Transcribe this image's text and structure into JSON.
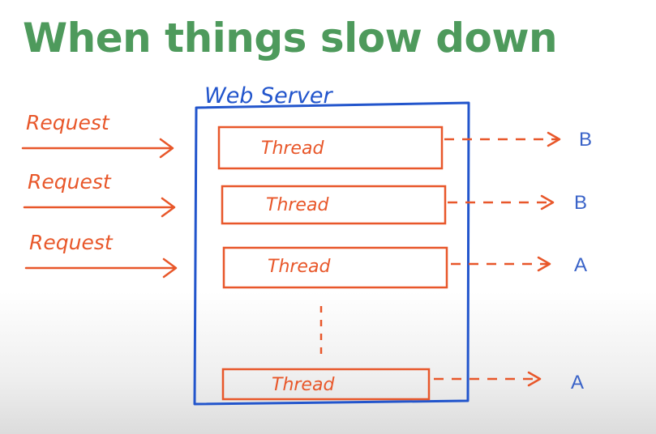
{
  "title": "When things slow down",
  "server": {
    "label": "Web Server"
  },
  "requests": [
    {
      "label": "Request"
    },
    {
      "label": "Request"
    },
    {
      "label": "Request"
    }
  ],
  "threads": [
    {
      "label": "Thread",
      "target": "B"
    },
    {
      "label": "Thread",
      "target": "B"
    },
    {
      "label": "Thread",
      "target": "A"
    },
    {
      "label": "Thread",
      "target": "A"
    }
  ],
  "colors": {
    "title": "#4e9a5c",
    "server": "#2255cc",
    "thread": "#e8572a",
    "target": "#3a63c8"
  }
}
